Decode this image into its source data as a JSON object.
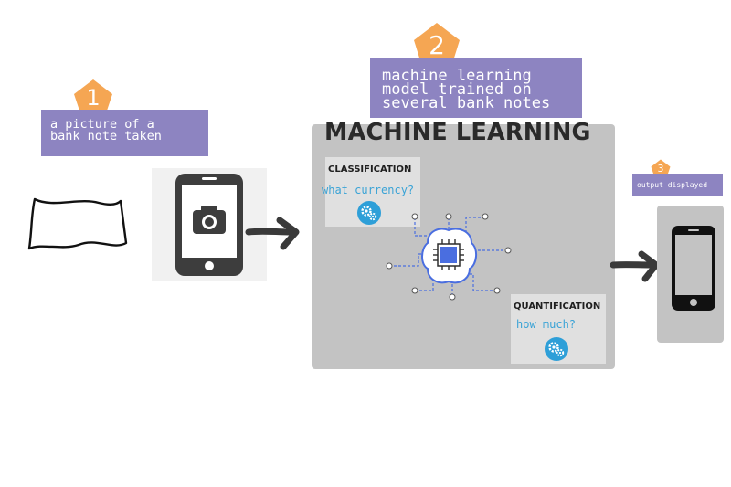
{
  "steps": [
    {
      "number": "1",
      "caption": "a picture of a\nbank note taken"
    },
    {
      "number": "2",
      "caption": "machine learning\nmodel trained on\nseveral bank notes"
    },
    {
      "number": "3",
      "caption": "output displayed"
    }
  ],
  "ml_panel": {
    "title": "MACHINE LEARNING",
    "classification": {
      "title": "CLASSIFICATION",
      "question": "what currency?"
    },
    "quantification": {
      "title": "QUANTIFICATION",
      "question": "how much?"
    }
  },
  "icons": [
    "banknote-icon",
    "phone-camera-icon",
    "arrow-right-icon",
    "brain-chip-icon",
    "gears-icon",
    "phone-output-icon"
  ],
  "colors": {
    "badge_orange": "#f5a653",
    "caption_purple": "#8d84c1",
    "panel_gray": "#c3c3c3",
    "card_gray": "#e0e0e0",
    "accent_blue": "#2e9fd8",
    "chip_blue": "#4a6ee0",
    "dark_icon": "#3a3a3a"
  }
}
